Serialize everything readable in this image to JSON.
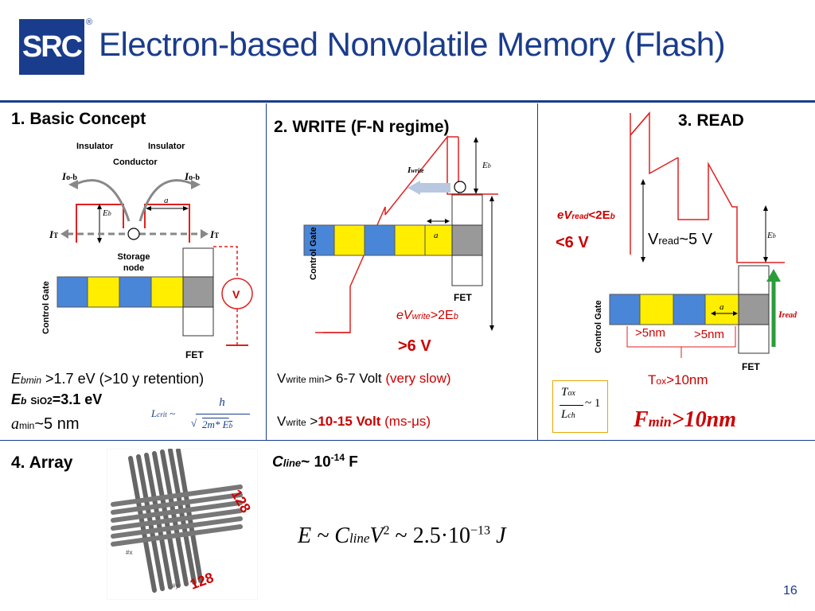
{
  "header": {
    "logo": "SRC",
    "registered": "®",
    "title": "Electron-based Nonvolatile Memory (Flash)"
  },
  "basic": {
    "heading": "1. Basic Concept",
    "insulator_left": "Insulator",
    "insulator_right": "Insulator",
    "conductor": "Conductor",
    "iob_left": "I",
    "iob_left_sub": "o-b",
    "iob_right": "I",
    "iob_right_sub": "o-b",
    "it_left": "I",
    "it_left_sub": "T",
    "it_right": "I",
    "it_right_sub": "T",
    "eb": "E",
    "eb_sub": "b",
    "a": "a",
    "storage_node": "Storage node",
    "v_label": "V",
    "control_gate": "Control Gate",
    "fet": "FET",
    "ebmin_pre": "E",
    "ebmin_sub": "bmin",
    "ebmin_text": " >1.7 eV (>10 y retention)",
    "ebsio2_pre": "E",
    "ebsio2_sub": "b",
    "ebsio2_sub2": "SiO2",
    "ebsio2_text": "=3.1 eV",
    "amin_pre": "a",
    "amin_sub": "min",
    "amin_text": "~5 nm",
    "lcrit": "L",
    "lcrit_sub": "crit",
    "lcrit_sim": "~",
    "lcrit_num": "h",
    "lcrit_den": "2m* E"
  },
  "write": {
    "heading": "2. WRITE (F-N regime)",
    "iwrite": "I",
    "iwrite_sub": "write",
    "eb": "E",
    "eb_sub": "b",
    "a": "a",
    "control_gate": "Control Gate",
    "fet": "FET",
    "evwrite_pre": "eV",
    "evwrite_sub": "write",
    "evwrite_post": ">2E",
    "evwrite_b": "b",
    "v6": ">6 V",
    "vwritemin_pre": "V",
    "vwritemin_sub": "write min",
    "vwritemin_text": "> 6-7 Volt ",
    "vwritemin_red": "(very slow)",
    "vwrite_pre": "V",
    "vwrite_sub": "write",
    "vwrite_gt": " >",
    "vwrite_red": "10-15 Volt",
    "vwrite_paren": " (ms-",
    "vwrite_mu": "μ",
    "vwrite_s": "s)"
  },
  "read": {
    "heading": "3. READ",
    "evread_pre": "eV",
    "evread_sub": "read",
    "evread_post": "<2E",
    "evread_b": "b",
    "v6": "<6 V",
    "vread_pre": "V",
    "vread_sub": "read",
    "vread_text": "~5 V",
    "eb": "E",
    "eb_sub": "b",
    "a": "a",
    "control_gate": "Control Gate",
    "fet": "FET",
    "iread": "I",
    "iread_sub": "read",
    "nm5_left": ">5nm",
    "nm5_right": ">5nm",
    "tox_pre": "T",
    "tox_sub": "ox",
    "tox_text": ">10nm",
    "fmin_pre": "F",
    "fmin_sub": "min",
    "fmin_text": ">10nm",
    "ratio_t": "T",
    "ratio_t_sub": "ox",
    "ratio_l": "L",
    "ratio_l_sub": "ch",
    "ratio_sim": "~ 1"
  },
  "array": {
    "heading": "4. Array",
    "count_x": "128",
    "count_y": "128",
    "axis_x": "#x",
    "axis_y": "#y",
    "cline_pre": "C",
    "cline_sub": "line",
    "cline_text": "~ 10",
    "cline_exp": "-14",
    "cline_unit": " F",
    "energy": "E ~ C",
    "energy_sub": "line",
    "energy_v": "V",
    "energy_exp": "2",
    "energy_rest": "  ~ 2.5·10",
    "energy_exp2": "−13",
    "energy_unit": " J"
  },
  "footer": {
    "page": "16"
  },
  "colors": {
    "brand": "#1a3c8c",
    "red": "#cc0000",
    "blue": "#4a86d8",
    "yellow": "#ffee00",
    "gray": "#999999"
  }
}
